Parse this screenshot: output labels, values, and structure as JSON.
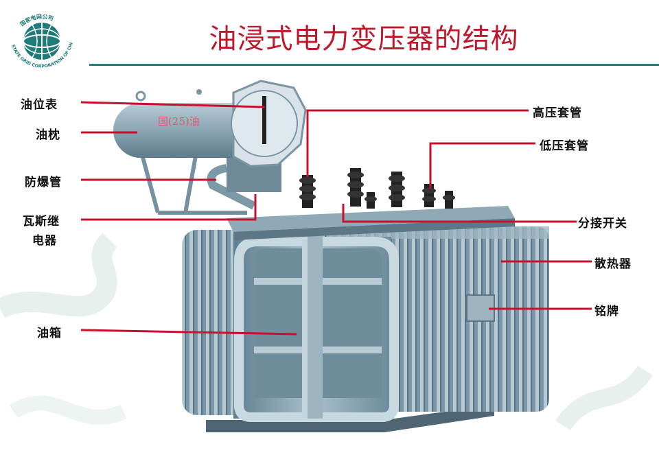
{
  "title": "油浸式电力变压器的结构",
  "logo": {
    "arc_text_en": "STATE GRID CORPORATION OF CHINA",
    "arc_text_cn": "国家电网公司"
  },
  "tank_marking": "国(25)油",
  "labels": {
    "oil_level_gauge": "油位表",
    "conservator": "油枕",
    "explosion_pipe": "防爆管",
    "gas_relay_line1": "瓦斯继",
    "gas_relay_line2": "电器",
    "oil_tank": "油箱",
    "hv_bushing": "高压套管",
    "lv_bushing": "低压套管",
    "tap_changer": "分接开关",
    "radiator": "散热器",
    "nameplate": "铭牌"
  },
  "colors": {
    "title": "#c0182a",
    "leader_line": "#c8102e",
    "rule": "#2a7b7b",
    "transformer_body": "#7e9bab",
    "logo": "#1f7a7a"
  }
}
